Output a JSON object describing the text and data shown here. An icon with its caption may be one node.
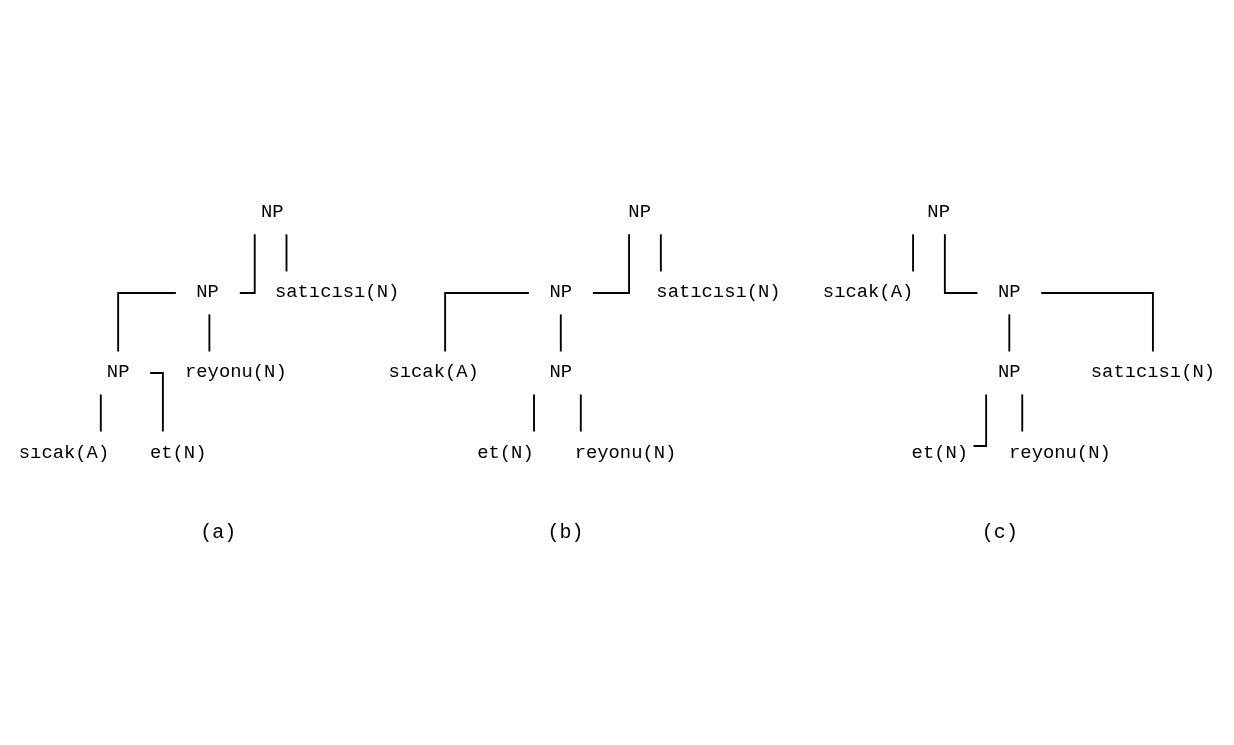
{
  "diagram": {
    "nodes": [
      {
        "text": [
          "NP"
        ]
      },
      {
        "text": [
          "NP"
        ]
      },
      {
        "text": [
          "satıcısı(N)"
        ]
      },
      {
        "text": [
          "NP"
        ]
      },
      {
        "text": [
          "reyonu(N)"
        ]
      },
      {
        "text": [
          "sıcak(A)"
        ]
      },
      {
        "text": [
          "et(N)"
        ]
      },
      {
        "text": [
          "NP"
        ]
      },
      {
        "text": [
          "NP"
        ]
      },
      {
        "text": [
          "satıcısı(N)"
        ]
      },
      {
        "text": [
          "sıcak(A)"
        ]
      },
      {
        "text": [
          "NP"
        ]
      },
      {
        "text": [
          "et(N)"
        ]
      },
      {
        "text": [
          "reyonu(N)"
        ]
      },
      {
        "text": [
          "NP"
        ]
      },
      {
        "text": [
          "sıcak(A)"
        ]
      },
      {
        "text": [
          "NP"
        ]
      },
      {
        "text": [
          "NP"
        ]
      },
      {
        "text": [
          "satıcısı(N)"
        ]
      },
      {
        "text": [
          "et(N)"
        ]
      },
      {
        "text": [
          "reyonu(N)"
        ]
      }
    ],
    "edges": [
      {
        "from": 0,
        "to": 1,
        "arrow": "none"
      },
      {
        "from": 0,
        "to": 2,
        "arrow": "none"
      },
      {
        "from": 1,
        "to": 3,
        "arrow": "none"
      },
      {
        "from": 1,
        "to": 4,
        "arrow": "none"
      },
      {
        "from": 3,
        "to": 5,
        "arrow": "none"
      },
      {
        "from": 3,
        "to": 6,
        "arrow": "none"
      },
      {
        "from": 7,
        "to": 8,
        "arrow": "none"
      },
      {
        "from": 7,
        "to": 9,
        "arrow": "none"
      },
      {
        "from": 8,
        "to": 10,
        "arrow": "none"
      },
      {
        "from": 8,
        "to": 11,
        "arrow": "none"
      },
      {
        "from": 11,
        "to": 12,
        "arrow": "none"
      },
      {
        "from": 11,
        "to": 13,
        "arrow": "none"
      },
      {
        "from": 14,
        "to": 15,
        "arrow": "none"
      },
      {
        "from": 14,
        "to": 16,
        "arrow": "none"
      },
      {
        "from": 16,
        "to": 17,
        "arrow": "none"
      },
      {
        "from": 16,
        "to": 18,
        "arrow": "none"
      },
      {
        "from": 17,
        "to": 19,
        "arrow": "none"
      },
      {
        "from": 17,
        "to": 20,
        "arrow": "none"
      }
    ],
    "labels": [
      "(a)",
      "(b)",
      "(c)"
    ]
  }
}
